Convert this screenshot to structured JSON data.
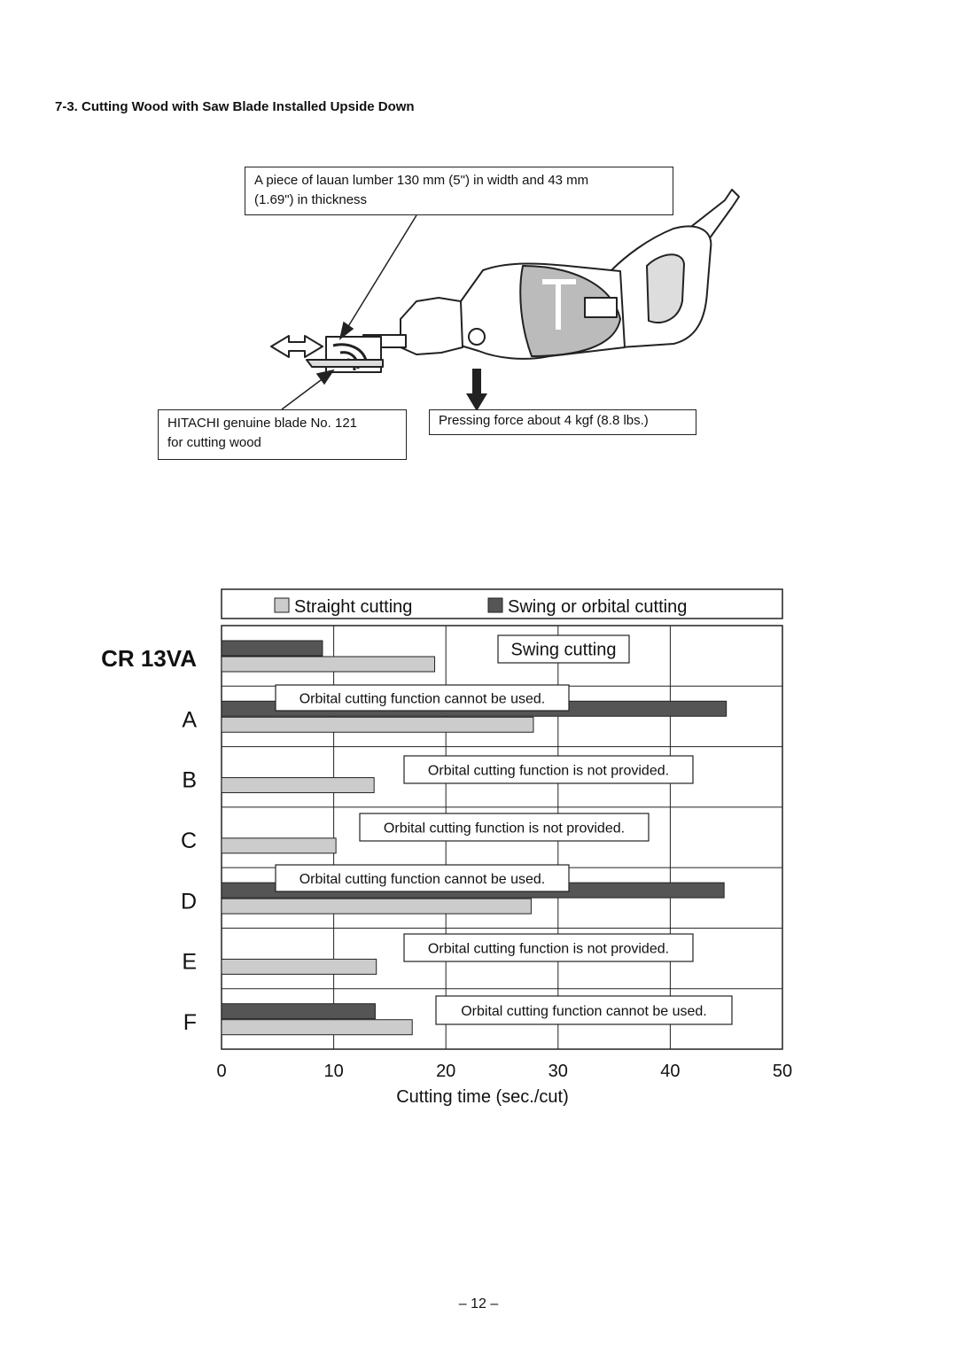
{
  "section_title": "7-3. Cutting Wood with Saw Blade Installed Upside Down",
  "illustration": {
    "callout_lumber_line1": "A piece of  lauan lumber 130 mm (5\") in width and 43 mm",
    "callout_lumber_line2": "(1.69\") in thickness",
    "callout_blade_line1": "HITACHI genuine blade No. 121",
    "callout_blade_line2": "for cutting wood",
    "callout_force": "Pressing force about 4 kgf (8.8 lbs.)"
  },
  "colors": {
    "straight": "#cccccc",
    "swing_orbital": "#555555",
    "border": "#222222"
  },
  "chart_data": {
    "type": "bar",
    "orientation": "horizontal",
    "categories": [
      "CR 13VA",
      "A",
      "B",
      "C",
      "D",
      "E",
      "F"
    ],
    "series": [
      {
        "name": "Swing or orbital cutting",
        "values": [
          9,
          45,
          null,
          null,
          44.8,
          null,
          13.7
        ]
      },
      {
        "name": "Straight cutting",
        "values": [
          19,
          27.8,
          13.6,
          10.2,
          27.6,
          13.8,
          17
        ]
      }
    ],
    "annotations": [
      {
        "category": "CR 13VA",
        "text": "Swing cutting"
      },
      {
        "category": "A",
        "text": "Orbital cutting function cannot be used."
      },
      {
        "category": "B",
        "text": "Orbital cutting function is not provided."
      },
      {
        "category": "C",
        "text": "Orbital cutting function is not provided."
      },
      {
        "category": "D",
        "text": "Orbital cutting function cannot be used."
      },
      {
        "category": "E",
        "text": "Orbital cutting function is not provided."
      },
      {
        "category": "F",
        "text": "Orbital cutting function cannot be used."
      }
    ],
    "xlabel": "Cutting time (sec./cut)",
    "xlim": [
      0,
      50
    ],
    "xticks": [
      0,
      10,
      20,
      30,
      40,
      50
    ],
    "grid": true,
    "legend_position": "top"
  },
  "page_number": "– 12 –"
}
